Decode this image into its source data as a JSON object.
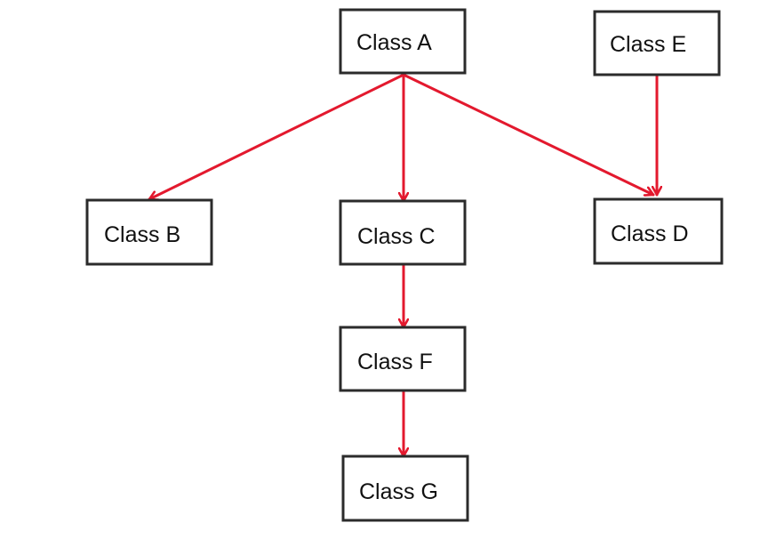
{
  "diagram": {
    "nodes": {
      "a": {
        "label": "Class A"
      },
      "b": {
        "label": "Class B"
      },
      "c": {
        "label": "Class C"
      },
      "d": {
        "label": "Class D"
      },
      "e": {
        "label": "Class E"
      },
      "f": {
        "label": "Class F"
      },
      "g": {
        "label": "Class G"
      }
    },
    "edges": [
      {
        "from": "a",
        "to": "b"
      },
      {
        "from": "a",
        "to": "c"
      },
      {
        "from": "a",
        "to": "d"
      },
      {
        "from": "e",
        "to": "d"
      },
      {
        "from": "c",
        "to": "f"
      },
      {
        "from": "f",
        "to": "g"
      }
    ],
    "colors": {
      "edge": "#e3192e",
      "box_border": "#2b2b2b",
      "text": "#111111",
      "background": "#ffffff"
    }
  }
}
